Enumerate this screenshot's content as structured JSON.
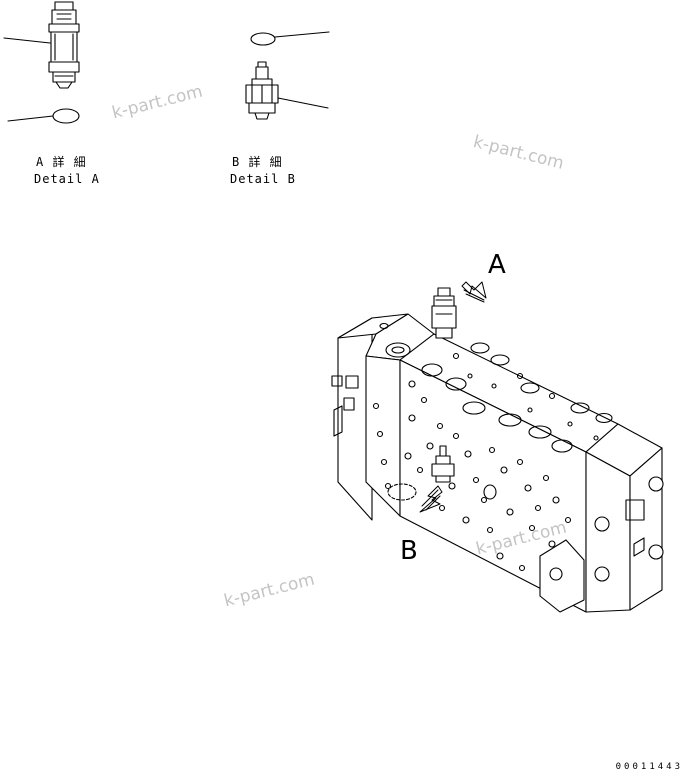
{
  "details": {
    "a": {
      "jp": "A 詳 細",
      "en": "Detail A"
    },
    "b": {
      "jp": "B 詳 細",
      "en": "Detail B"
    }
  },
  "callouts": {
    "a": "A",
    "b": "B"
  },
  "watermarks": [
    "k-part.com",
    "k-part.com",
    "k-part.com",
    "k-part.com"
  ],
  "drawing_code": "00011443"
}
